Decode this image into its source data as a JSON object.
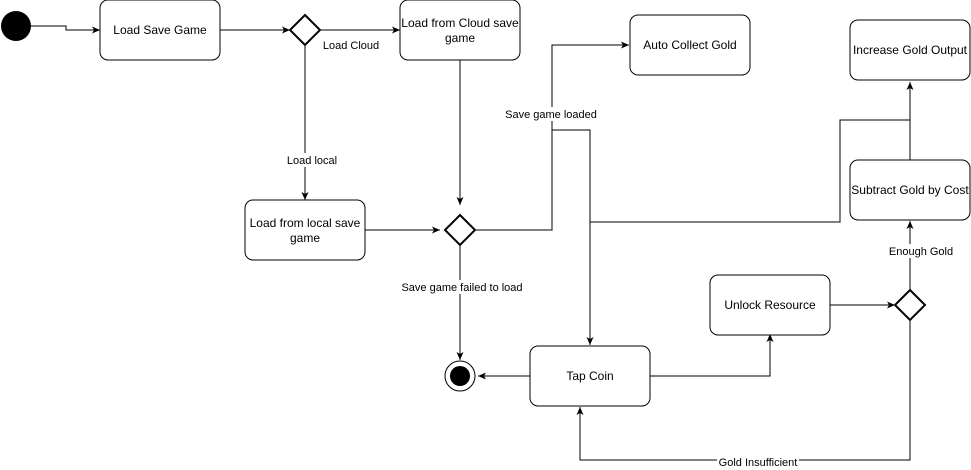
{
  "nodes": {
    "load_save_game": "Load Save Game",
    "load_from_cloud": [
      "Load from Cloud save",
      "game"
    ],
    "auto_collect_gold": "Auto Collect Gold",
    "increase_gold_output": "Increase Gold Output",
    "load_from_local": [
      "Load from local save",
      "game"
    ],
    "subtract_gold_by_cost": "Subtract Gold by Cost",
    "unlock_resource": "Unlock Resource",
    "tap_coin": "Tap Coin"
  },
  "edges": {
    "load_cloud": "Load Cloud",
    "load_local": "Load local",
    "save_game_loaded": "Save game loaded",
    "save_game_failed": "Save game failed to load",
    "enough_gold": "Enough Gold",
    "gold_insufficient": "Gold Insufficient"
  }
}
